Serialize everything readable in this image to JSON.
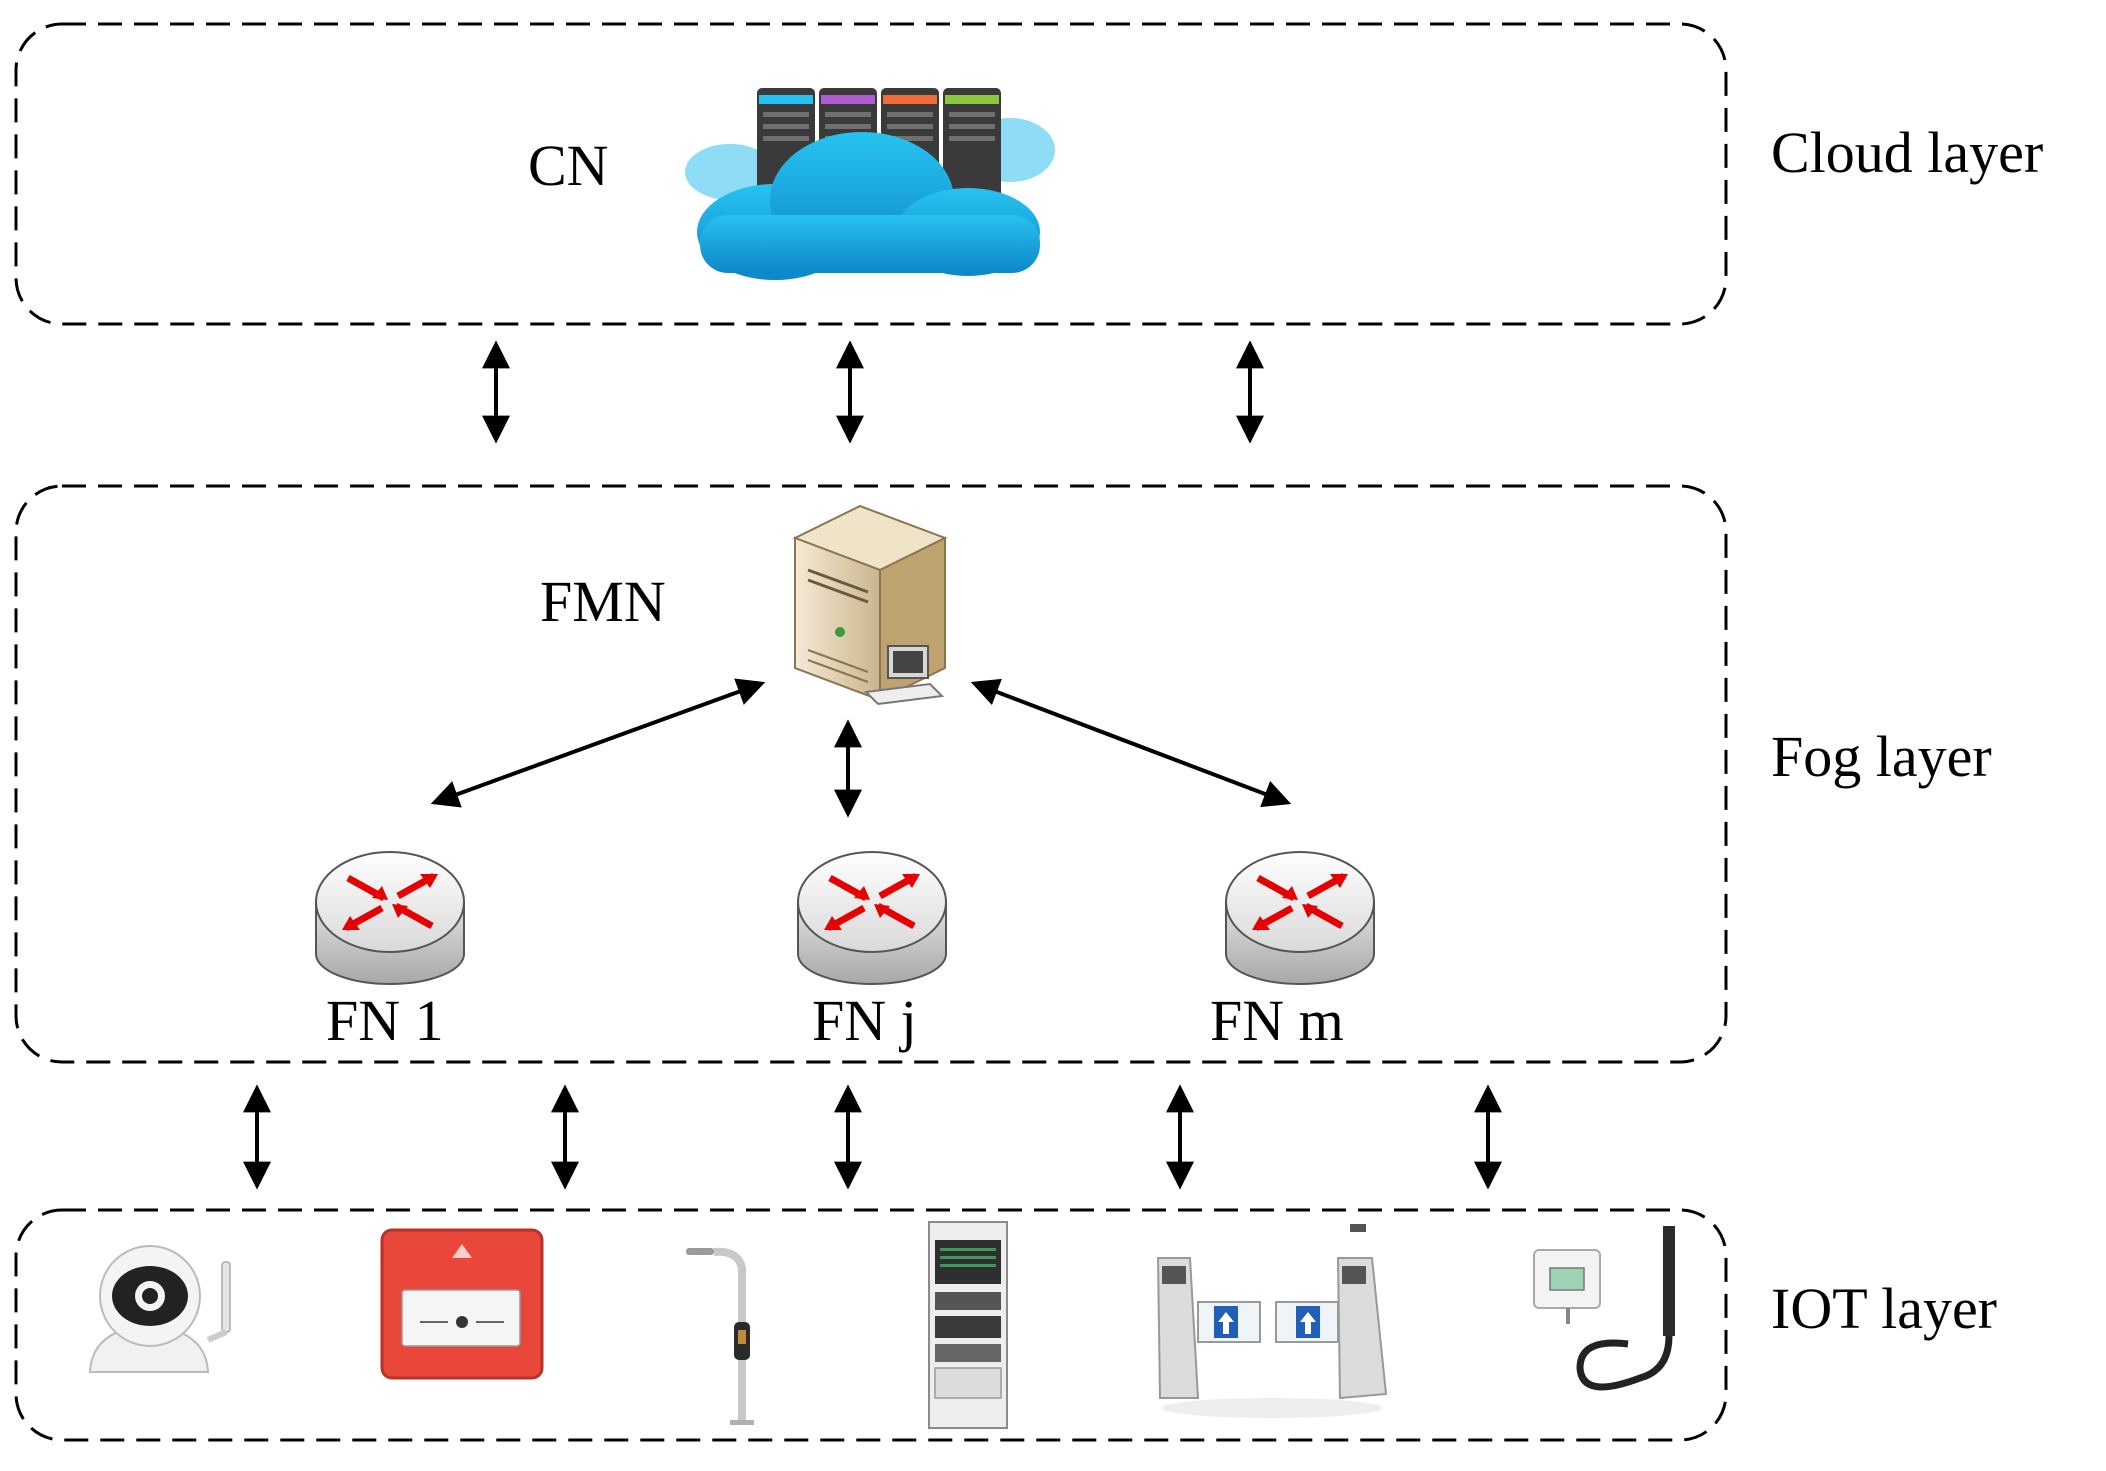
{
  "layers": {
    "cloud": {
      "label": "Cloud layer"
    },
    "fog": {
      "label": "Fog layer"
    },
    "iot": {
      "label": "IOT layer"
    }
  },
  "nodes": {
    "cn": {
      "label": "CN",
      "icon": "cloud-servers-icon"
    },
    "fmn": {
      "label": "FMN",
      "icon": "server-tower-icon"
    },
    "fog_nodes": [
      {
        "label": "FN 1",
        "icon": "router-icon"
      },
      {
        "label": "FN j",
        "icon": "router-icon"
      },
      {
        "label": "FN m",
        "icon": "router-icon"
      }
    ]
  },
  "iot_devices": [
    {
      "icon": "ip-camera-icon"
    },
    {
      "icon": "fire-alarm-call-point-icon"
    },
    {
      "icon": "smart-street-light-icon"
    },
    {
      "icon": "equipment-rack-icon"
    },
    {
      "icon": "turnstile-gate-icon"
    },
    {
      "icon": "temperature-humidity-sensor-icon"
    }
  ],
  "colors": {
    "cloud": "#1aa7e0",
    "router_arrows": "#e60000",
    "fire_alarm": "#e8473a"
  }
}
